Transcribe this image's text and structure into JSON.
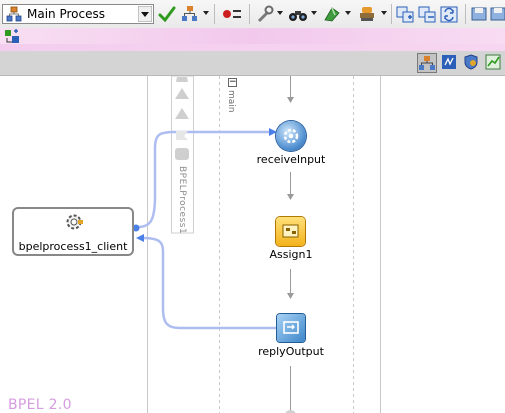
{
  "toolbar": {
    "process_select": {
      "value": "Main Process"
    },
    "icons": [
      "process-icon",
      "validate-check-icon",
      "hierarchy-icon",
      "breakpoint-icon",
      "tools-icon",
      "binoculars-icon",
      "flag-icon",
      "stamp-icon",
      "expand-icon",
      "collapse-icon",
      "refresh-icon",
      "disk-icon",
      "disk2-icon"
    ]
  },
  "palette": {
    "icon": "palette-add-icon"
  },
  "view_bar": {
    "icons": [
      "design-view-icon",
      "source-view-icon",
      "security-view-icon",
      "chart-view-icon"
    ]
  },
  "diagram": {
    "partner_link": {
      "label": "bpelprocess1_client"
    },
    "swimlane": {
      "label": "BPELProcess1"
    },
    "scope": {
      "label": "main",
      "toggle": "−"
    },
    "activities": [
      {
        "id": "receive",
        "label": "receiveInput",
        "icon": "receive-gear-icon"
      },
      {
        "id": "assign",
        "label": "Assign1",
        "icon": "assign-icon"
      },
      {
        "id": "reply",
        "label": "replyOutput",
        "icon": "reply-icon"
      }
    ]
  },
  "footer": {
    "label": "BPEL 2.0"
  },
  "colors": {
    "pink_bar": "#f2c9ec",
    "view_bar": "#d4d4d4",
    "link": "#a9b9ec",
    "footer": "#d59ddf"
  }
}
